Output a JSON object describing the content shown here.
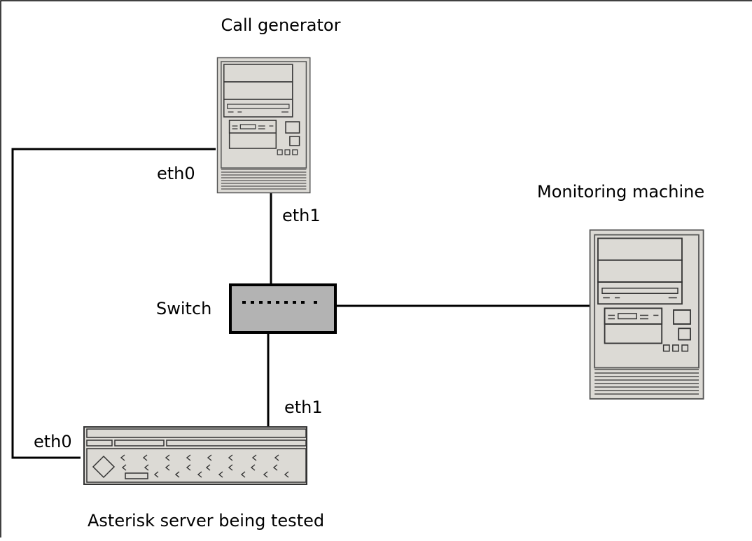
{
  "labels": {
    "call_generator": "Call generator",
    "monitoring_machine": "Monitoring machine",
    "switch": "Switch",
    "asterisk_server": "Asterisk server being tested",
    "gen_eth0": "eth0",
    "gen_eth1": "eth1",
    "srv_eth1": "eth1",
    "srv_eth0": "eth0"
  },
  "icons": {
    "call_generator": "tower-computer-icon",
    "monitoring_machine": "tower-computer-icon",
    "switch": "network-switch-icon",
    "asterisk_server": "rack-server-icon"
  },
  "colors": {
    "case_fill": "#dcdad5",
    "switch_fill": "#b3b3b3",
    "line": "#000000"
  }
}
